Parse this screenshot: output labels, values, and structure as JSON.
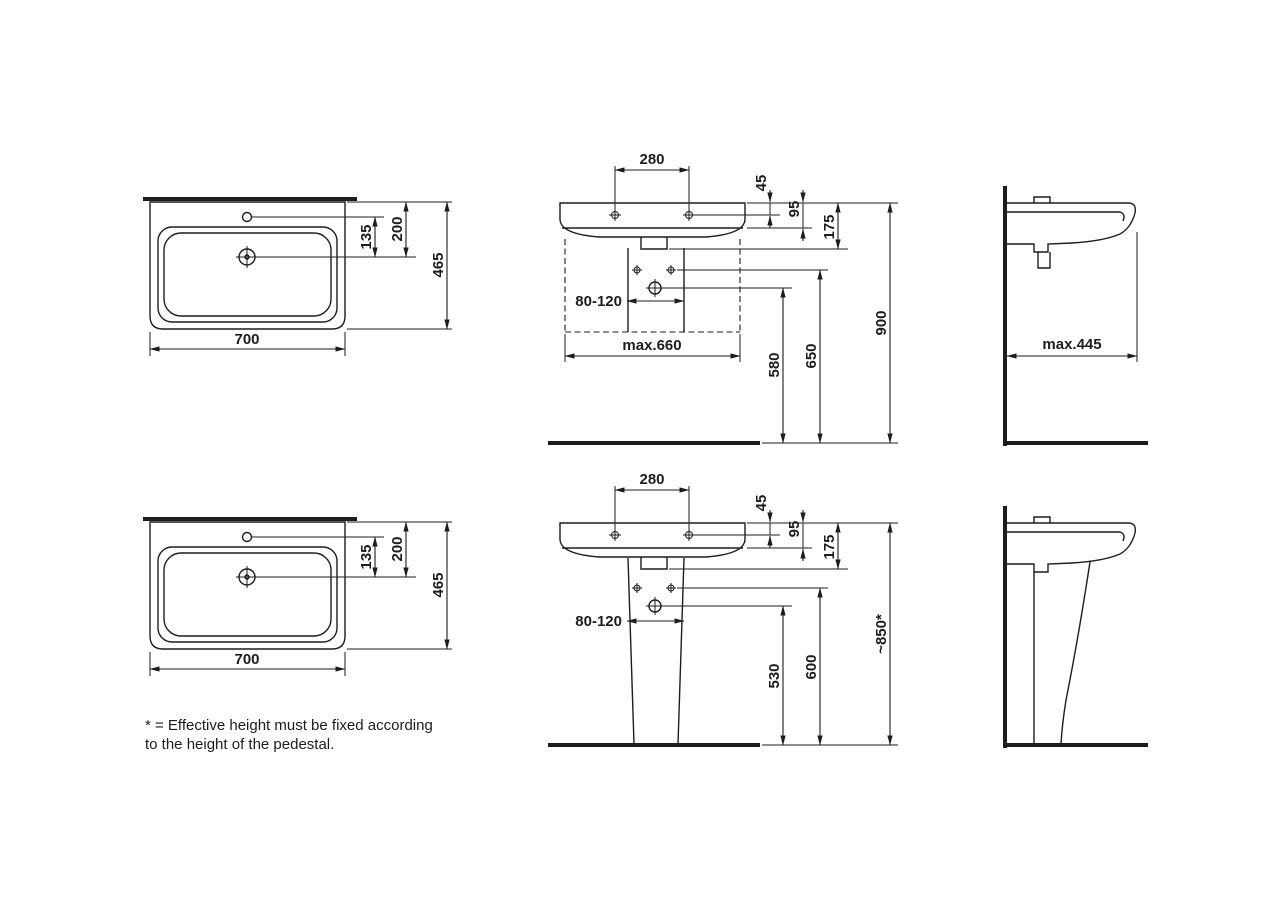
{
  "colors": {
    "ink": "#1d1d1b",
    "background": "#ffffff"
  },
  "footnote": {
    "line1": "* = Effective height must be fixed according",
    "line2": "to the height of the pedestal."
  },
  "plan_top": {
    "width": "700",
    "tap_to_drain": "135",
    "edge_to_drain": "200",
    "depth": "465"
  },
  "plan_bottom": {
    "width": "700",
    "tap_to_drain": "135",
    "edge_to_drain": "200",
    "depth": "465"
  },
  "front_wall": {
    "hole_spacing": "280",
    "top_to_holes": "45",
    "top_to_rim": "95",
    "top_to_outlet": "175",
    "supply_range": "80-120",
    "max_width": "max.660",
    "drain_height": "580",
    "supply_height": "650",
    "overall_height": "900"
  },
  "side_wall": {
    "max_depth": "max.445"
  },
  "front_pedestal": {
    "hole_spacing": "280",
    "top_to_holes": "45",
    "top_to_rim": "95",
    "top_to_outlet": "175",
    "supply_range": "80-120",
    "drain_height": "530",
    "supply_height": "600",
    "overall_height": "~850*"
  }
}
